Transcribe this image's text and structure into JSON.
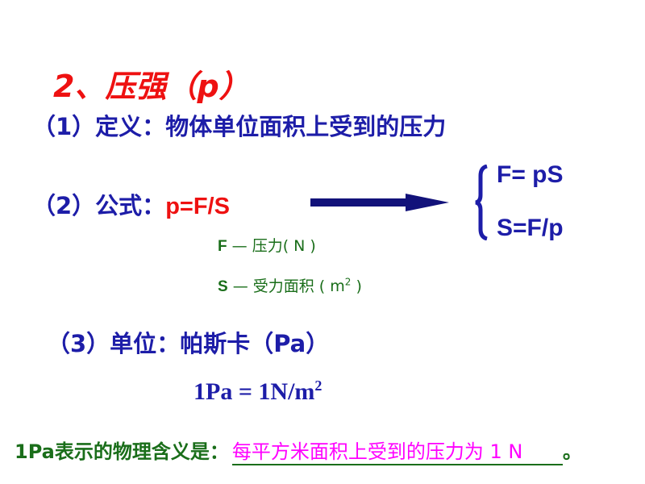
{
  "title": "2、压强（p）",
  "definition": {
    "label": "（1）定义：",
    "text": "物体单位面积上受到的压力"
  },
  "formula": {
    "label": "（2）公式：",
    "value": "p=F/S"
  },
  "derived": [
    "F= pS",
    "S=F/p"
  ],
  "variables": [
    {
      "sym": "F",
      "desc": " — 压力( N )"
    },
    {
      "sym": "S",
      "desc": " — 受力面积 ( m",
      "sup": "2",
      "end": " )"
    }
  ],
  "unit": {
    "label": "（3）单位：",
    "text": "帕斯卡（Pa）"
  },
  "equation": {
    "text": "1Pa = 1N/m",
    "sup": "2"
  },
  "meaning": {
    "label": "1Pa表示的物理含义是：",
    "answer": "每平方米面积上受到的压力为 1 N ",
    "end": "。"
  }
}
